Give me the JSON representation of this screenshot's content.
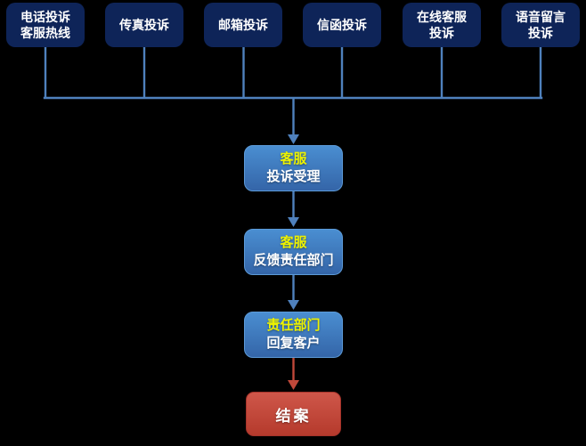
{
  "colors": {
    "background": "#000000",
    "navy_box": "#0e2458",
    "connector_blue": "#4f81bd",
    "connector_red": "#c0483a",
    "mid_box_top": "#4a8ed1",
    "mid_box_bottom": "#3465a8",
    "mid_box_border": "#5c9ad8",
    "end_box_top": "#cf574a",
    "end_box_bottom": "#b53a2c",
    "end_box_border": "#a5332a",
    "accent_text": "#edf200",
    "text_white": "#ffffff"
  },
  "channels": [
    {
      "line1": "电话投诉",
      "line2": "客服热线"
    },
    {
      "line1": "传真投诉",
      "line2": ""
    },
    {
      "line1": "邮箱投诉",
      "line2": ""
    },
    {
      "line1": "信函投诉",
      "line2": ""
    },
    {
      "line1": "在线客服",
      "line2": "投诉"
    },
    {
      "line1": "语音留言",
      "line2": "投诉"
    }
  ],
  "steps": [
    {
      "actor": "客服",
      "action": "投诉受理"
    },
    {
      "actor": "客服",
      "action": "反馈责任部门"
    },
    {
      "actor": "责任部门",
      "action": "回复客户"
    }
  ],
  "end_step": {
    "label": "结案"
  }
}
